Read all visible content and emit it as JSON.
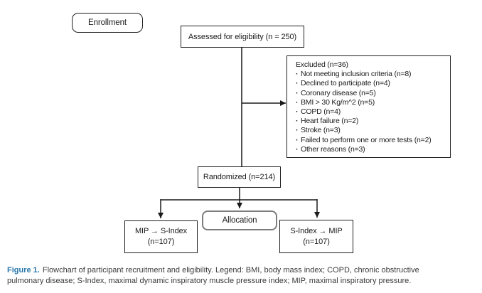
{
  "flowchart": {
    "enrollment_label": "Enrollment",
    "assessed_label": "Assessed for eligibility (n = 250)",
    "excluded": {
      "title": "Excluded (n=36)",
      "items": [
        "Not meeting inclusion criteria (n=8)",
        "Declined to participate (n=4)",
        "Coronary disease (n=5)",
        "BMI > 30 Kg/m^2 (n=5)",
        "COPD (n=4)",
        "Heart failure (n=2)",
        "Stroke (n=3)",
        "Failed to perform one or more tests (n=2)",
        "Other reasons (n=3)"
      ]
    },
    "randomized_label": "Randomized (n=214)",
    "allocation_label": "Allocation",
    "arm_left": {
      "line1": "MIP → S-Index",
      "line2": "(n=107)"
    },
    "arm_right": {
      "line1": "S-Index → MIP",
      "line2": "(n=107)"
    }
  },
  "caption": {
    "label": "Figure 1.",
    "line1": "Flowchart of participant recruitment and eligibility. Legend: BMI, body mass index; COPD, chronic obstructive",
    "line2": "pulmonary disease; S-Index, maximal dynamic inspiratory muscle pressure index; MIP, maximal inspiratory pressure."
  },
  "colors": {
    "box_border": "#1f1f1f",
    "allocation_border": "#7d7d7d",
    "connector": "#1a1a1a",
    "figure_label_blue": "#2878ad",
    "caption_text": "#3a3a3a"
  }
}
